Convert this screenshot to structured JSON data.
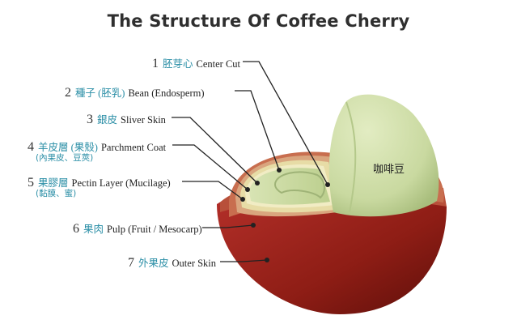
{
  "title": "The Structure Of  Coffee Cherry",
  "labels": [
    {
      "num": "1",
      "zh": "胚芽心",
      "en": "Center Cut"
    },
    {
      "num": "2",
      "zh": "種子 (胚乳)",
      "en": "Bean (Endosperm)"
    },
    {
      "num": "3",
      "zh": "銀皮",
      "en": "Sliver Skin"
    },
    {
      "num": "4",
      "zh": "羊皮層 (果殼)",
      "en": "Parchment Coat",
      "sub": "(內果皮、豆莢)"
    },
    {
      "num": "5",
      "zh": "果膠層",
      "en": "Pectin Layer (Mucilage)",
      "sub": "(黏膜、蜜)"
    },
    {
      "num": "6",
      "zh": "果肉",
      "en": "Pulp (Fruit / Mesocarp)"
    },
    {
      "num": "7",
      "zh": "外果皮",
      "en": "Outer Skin"
    }
  ],
  "bean_label": "咖啡豆",
  "colors": {
    "skin_dark": "#7a1a12",
    "skin": "#a8271c",
    "pulp": "#c46a4a",
    "pectin": "#d9a57e",
    "parchment": "#e7dca6",
    "silver": "#f1ecc4",
    "bean": "#c9d9a0",
    "bean_dark": "#a9bf7e",
    "accent_zh": "#2a8ea6"
  }
}
